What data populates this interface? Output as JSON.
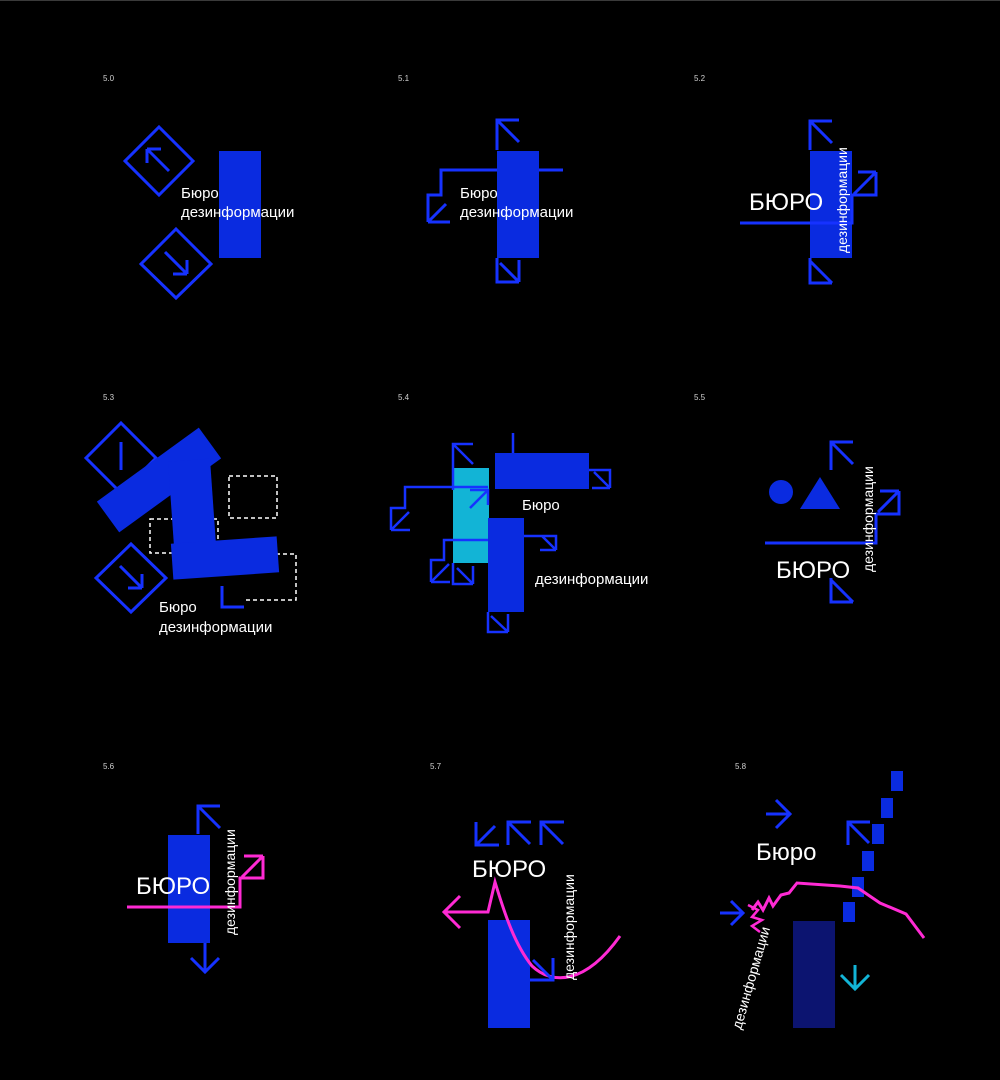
{
  "colors": {
    "background": "#000000",
    "blue": "#0a2be0",
    "line_blue": "#1632ff",
    "cyan": "#12b4d6",
    "magenta": "#ff2ad4",
    "navy": "#0c1470",
    "text": "#ffffff"
  },
  "panels": [
    {
      "id": "5.0",
      "words": [
        "Бюро",
        "дезинформации"
      ]
    },
    {
      "id": "5.1",
      "words": [
        "Бюро",
        "дезинформации"
      ]
    },
    {
      "id": "5.2",
      "words": [
        "БЮРО",
        "дезинформации"
      ]
    },
    {
      "id": "5.3",
      "words": [
        "Бюро",
        "дезинформации"
      ]
    },
    {
      "id": "5.4",
      "words": [
        "Бюро",
        "дезинформации"
      ]
    },
    {
      "id": "5.5",
      "words": [
        "БЮРО",
        "дезинформации"
      ]
    },
    {
      "id": "5.6",
      "words": [
        "БЮРО",
        "дезинформации"
      ]
    },
    {
      "id": "5.7",
      "words": [
        "БЮРО",
        "дезинформации"
      ]
    },
    {
      "id": "5.8",
      "words": [
        "Бюро",
        "дезинформации"
      ]
    }
  ]
}
